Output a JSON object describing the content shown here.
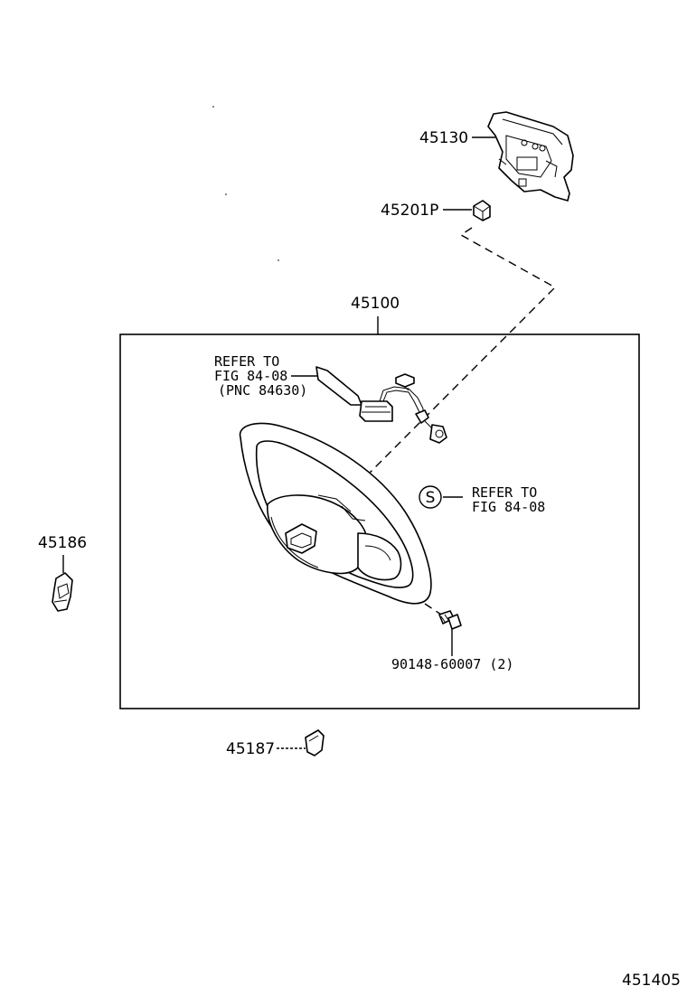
{
  "labels": {
    "p45130": "45130",
    "p45201p": "45201P",
    "p45100": "45100",
    "p45186": "45186",
    "p45187": "45187",
    "bolt": "90148-60007 (2)",
    "figure_no": "451405"
  },
  "refer_switch": {
    "line1": "REFER TO",
    "line2": "FIG 84-08",
    "line3": "(PNC 84630)"
  },
  "refer_s": {
    "symbol": "S",
    "line1": "REFER TO",
    "line2": "FIG 84-08"
  }
}
